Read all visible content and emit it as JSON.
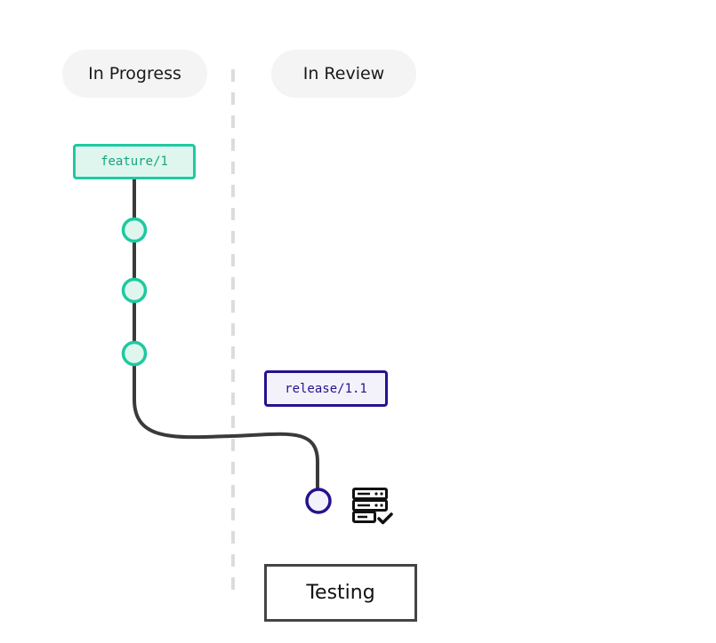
{
  "stages": {
    "in_progress": "In Progress",
    "in_review": "In Review"
  },
  "branches": {
    "feature": {
      "label": "feature/1",
      "color": "#1ec9a0",
      "fill": "#dff6ee",
      "text_color": "#13a57e",
      "commits": 3
    },
    "release": {
      "label": "release/1.1",
      "color": "#24138f",
      "fill": "#f3f2fb",
      "text_color": "#24138f",
      "commits": 1
    }
  },
  "environment": {
    "label": "Testing",
    "icon": "server-check-icon"
  },
  "colors": {
    "line": "#3a3a3a",
    "divider": "#dcdcdc"
  }
}
